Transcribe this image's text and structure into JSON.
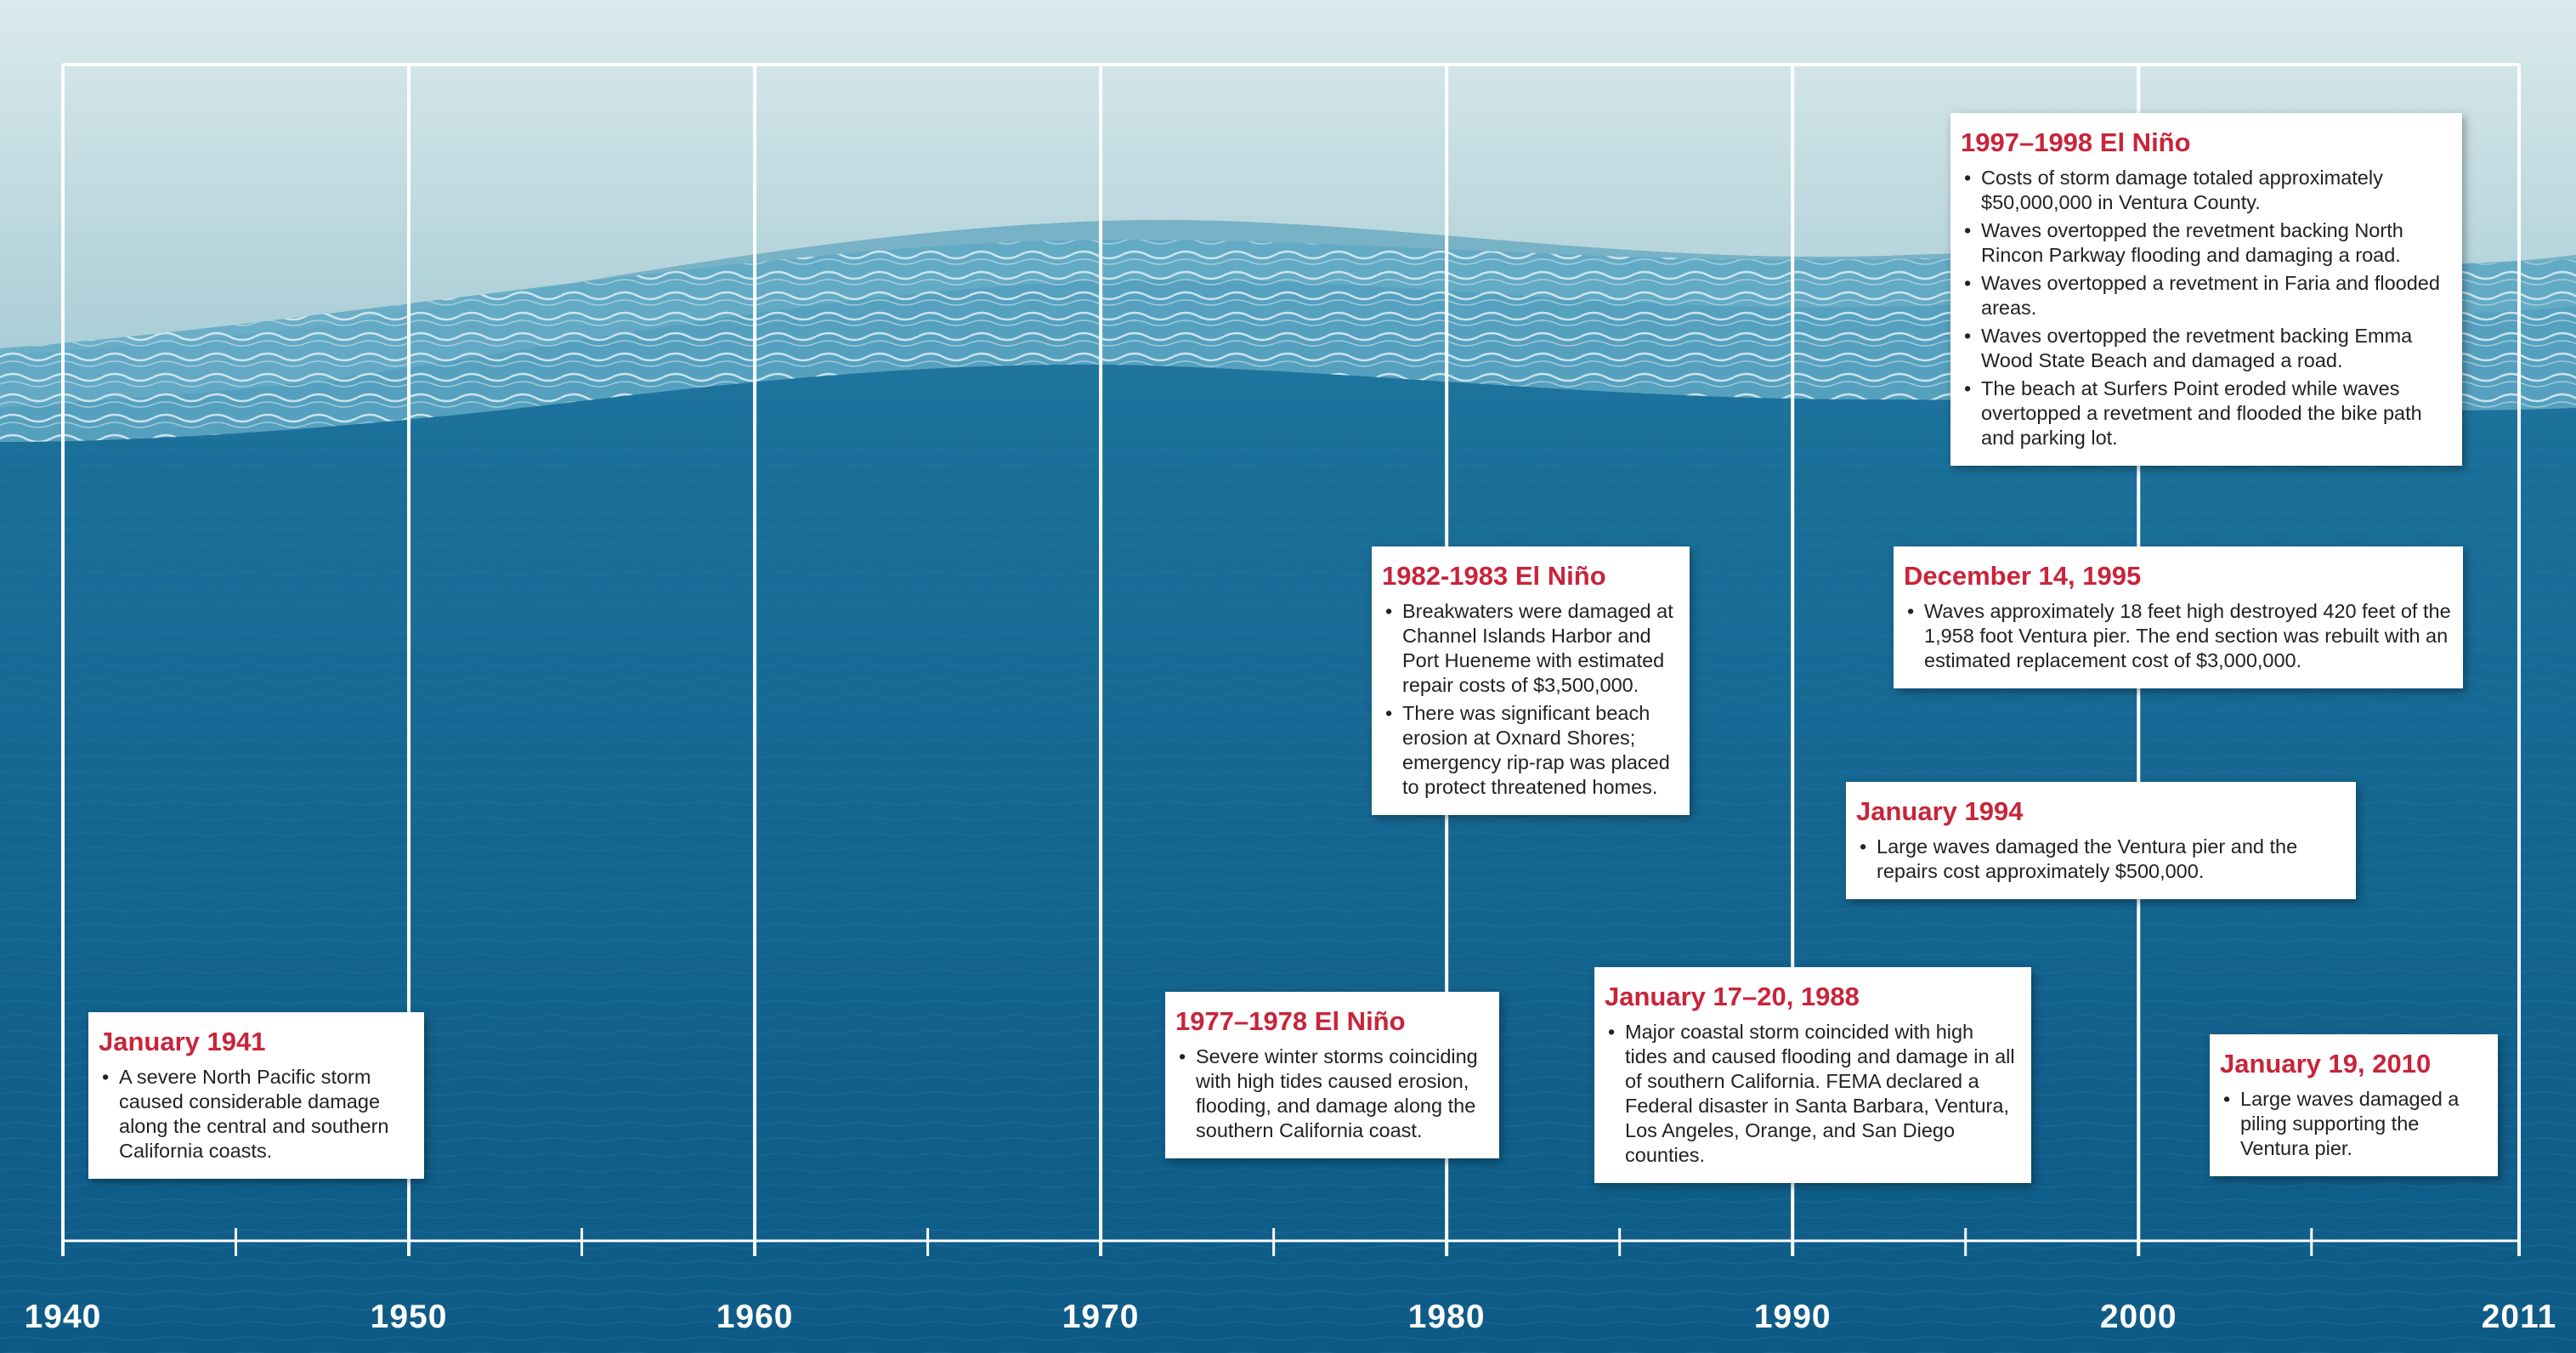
{
  "timeline": {
    "years": [
      "1940",
      "1950",
      "1960",
      "1970",
      "1980",
      "1990",
      "2000",
      "2011"
    ]
  },
  "events": [
    {
      "id": "jan-1941",
      "title": "January 1941",
      "bullets": [
        "A severe North Pacific storm caused considerable damage along the central and southern California coasts."
      ]
    },
    {
      "id": "elnino-1977",
      "title": "1977–1978 El Niño",
      "bullets": [
        "Severe winter storms coinciding with high tides caused erosion, flooding, and damage along the southern California coast."
      ]
    },
    {
      "id": "elnino-1982",
      "title": "1982-1983 El Niño",
      "bullets": [
        "Breakwaters were damaged at Channel Islands Harbor and Port Hueneme with estimated repair costs of $3,500,000.",
        "There was significant beach erosion at Oxnard Shores; emergency rip-rap was placed to protect threatened homes."
      ]
    },
    {
      "id": "jan-1988",
      "title": "January 17–20, 1988",
      "bullets": [
        "Major coastal storm coincided with high tides and caused flooding and damage in all of southern California. FEMA declared a Federal disaster in Santa Barbara, Ventura, Los Angeles, Orange, and San Diego counties."
      ]
    },
    {
      "id": "jan-1994",
      "title": "January 1994",
      "bullets": [
        "Large waves damaged the Ventura pier and the repairs cost approximately $500,000."
      ]
    },
    {
      "id": "dec-1995",
      "title": "December 14, 1995",
      "bullets": [
        "Waves approximately 18 feet high destroyed 420 feet of the 1,958 foot Ventura pier. The end section was rebuilt with an estimated replacement cost of $3,000,000."
      ]
    },
    {
      "id": "elnino-1997",
      "title": "1997–1998 El Niño",
      "bullets": [
        "Costs of storm damage totaled approximately $50,000,000 in Ventura County.",
        "Waves overtopped the revetment backing North Rincon Parkway flooding and damaging a road.",
        "Waves overtopped a revetment in Faria and flooded areas.",
        "Waves overtopped the revetment backing Emma Wood State Beach and damaged a road.",
        "The beach at Surfers Point eroded while waves overtopped a revetment and flooded the bike path and parking lot."
      ]
    },
    {
      "id": "jan-2010",
      "title": "January 19, 2010",
      "bullets": [
        "Large waves damaged a piling supporting the Ventura pier."
      ]
    }
  ],
  "colors": {
    "title_red": "#c8243a",
    "ocean_deep": "#0f5f8a",
    "ocean_mid": "#1e7fa6",
    "sand": "#cfe2e6",
    "grid_line": "#ffffff"
  }
}
